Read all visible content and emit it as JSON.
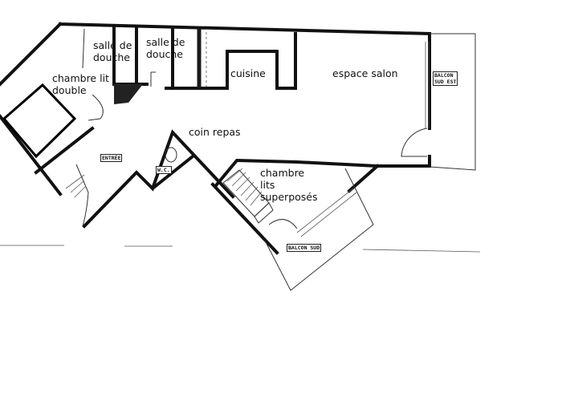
{
  "plan": {
    "rooms": [
      {
        "id": "salle-de-douche-1",
        "label": "salle de\ndouche"
      },
      {
        "id": "salle-de-douche-2",
        "label": "salle de\ndouche"
      },
      {
        "id": "chambre-lit-double",
        "label": "chambre lit\ndouble"
      },
      {
        "id": "cuisine",
        "label": "cuisine"
      },
      {
        "id": "espace-salon",
        "label": "espace salon"
      },
      {
        "id": "coin-repas",
        "label": "coin repas"
      },
      {
        "id": "chambre-lits-superposes",
        "label": "chambre\nlits\nsuperposés"
      }
    ],
    "tags": [
      {
        "id": "entree",
        "label": "ENTRÉE"
      },
      {
        "id": "wc",
        "label": "W.C."
      },
      {
        "id": "balcon-sud-est",
        "label": "BALCON\nSUD EST"
      },
      {
        "id": "balcon-sud",
        "label": "BALCON SUD"
      }
    ],
    "colors": {
      "wall": "#111111",
      "background": "#ffffff",
      "text": "#111111"
    }
  }
}
